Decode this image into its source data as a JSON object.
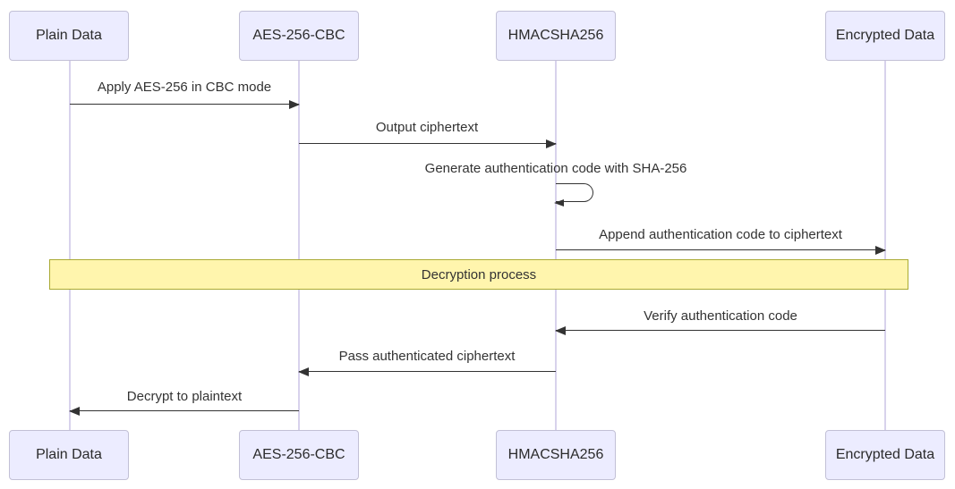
{
  "diagram": {
    "type": "sequence",
    "actors": [
      {
        "label": "Plain Data"
      },
      {
        "label": "AES-256-CBC"
      },
      {
        "label": "HMACSHA256"
      },
      {
        "label": "Encrypted Data"
      }
    ],
    "messages": [
      {
        "from": "Plain Data",
        "to": "AES-256-CBC",
        "text": "Apply AES-256 in CBC mode",
        "direction": "right"
      },
      {
        "from": "AES-256-CBC",
        "to": "HMACSHA256",
        "text": "Output ciphertext",
        "direction": "right"
      },
      {
        "from": "HMACSHA256",
        "to": "HMACSHA256",
        "text": "Generate authentication code with SHA-256",
        "direction": "self"
      },
      {
        "from": "HMACSHA256",
        "to": "Encrypted Data",
        "text": "Append authentication code to ciphertext",
        "direction": "right"
      },
      {
        "from": "Encrypted Data",
        "to": "HMACSHA256",
        "text": "Verify authentication code",
        "direction": "left"
      },
      {
        "from": "HMACSHA256",
        "to": "AES-256-CBC",
        "text": "Pass authenticated ciphertext",
        "direction": "left"
      },
      {
        "from": "AES-256-CBC",
        "to": "Plain Data",
        "text": "Decrypt to plaintext",
        "direction": "left"
      }
    ],
    "note": {
      "text": "Decryption process",
      "over": "all participants"
    },
    "colors": {
      "actor_fill": "#ececff",
      "actor_border": "#c2c0d6",
      "lifeline": "#d8d2ec",
      "message": "#333333",
      "note_fill": "#fff5ad",
      "note_border": "#aaaa33",
      "background": "#ffffff"
    }
  }
}
